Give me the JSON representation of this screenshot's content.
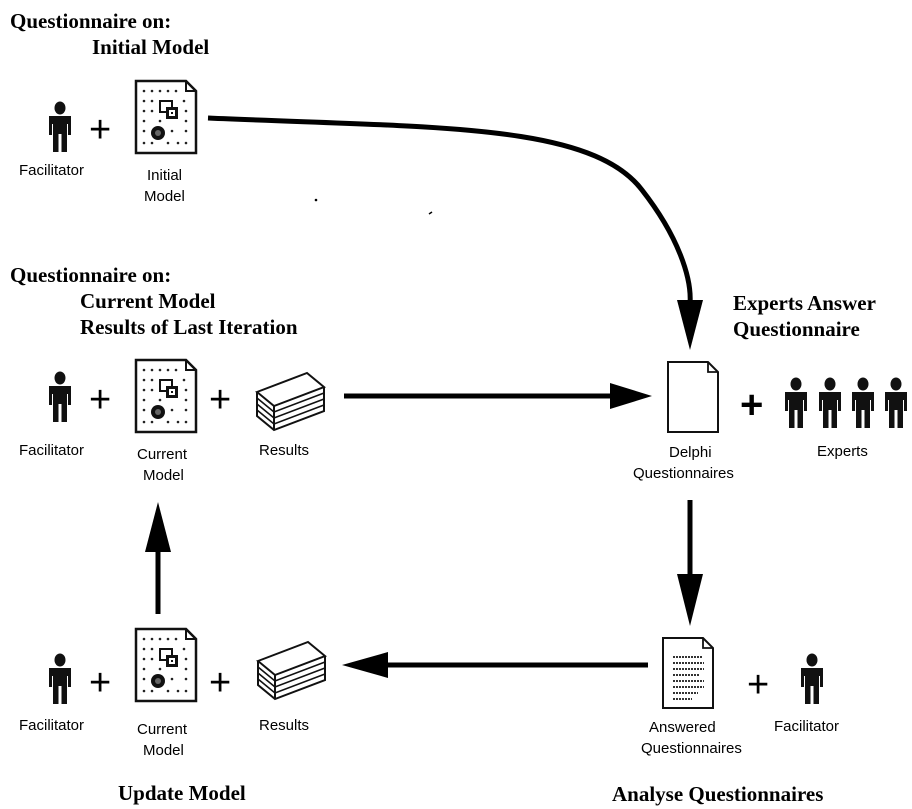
{
  "headings": {
    "initial_line1": "Questionnaire on:",
    "initial_line2": "Initial Model",
    "current_line1": "Questionnaire on:",
    "current_line2": "Current Model",
    "current_line3": "Results of Last Iteration",
    "experts_line1": "Experts Answer",
    "experts_line2": "Questionnaire",
    "update": "Update Model",
    "analyse": "Analyse Questionnaires"
  },
  "labels": {
    "facilitator_top": "Facilitator",
    "initial_model_1": "Initial",
    "initial_model_2": "Model",
    "facilitator_mid": "Facilitator",
    "current_model_mid_1": "Current",
    "current_model_mid_2": "Model",
    "results_mid": "Results",
    "delphi_1": "Delphi",
    "delphi_2": "Questionnaires",
    "experts": "Experts",
    "facilitator_bot": "Facilitator",
    "current_model_bot_1": "Current",
    "current_model_bot_2": "Model",
    "results_bot": "Results",
    "answered_1": "Answered",
    "answered_2": "Questionnaires",
    "facilitator_right": "Facilitator"
  },
  "symbols": {
    "plus": "+"
  },
  "icons": [
    "person-icon",
    "model-icon",
    "results-stack-icon",
    "questionnaire-icon",
    "answered-questionnaire-icon"
  ]
}
